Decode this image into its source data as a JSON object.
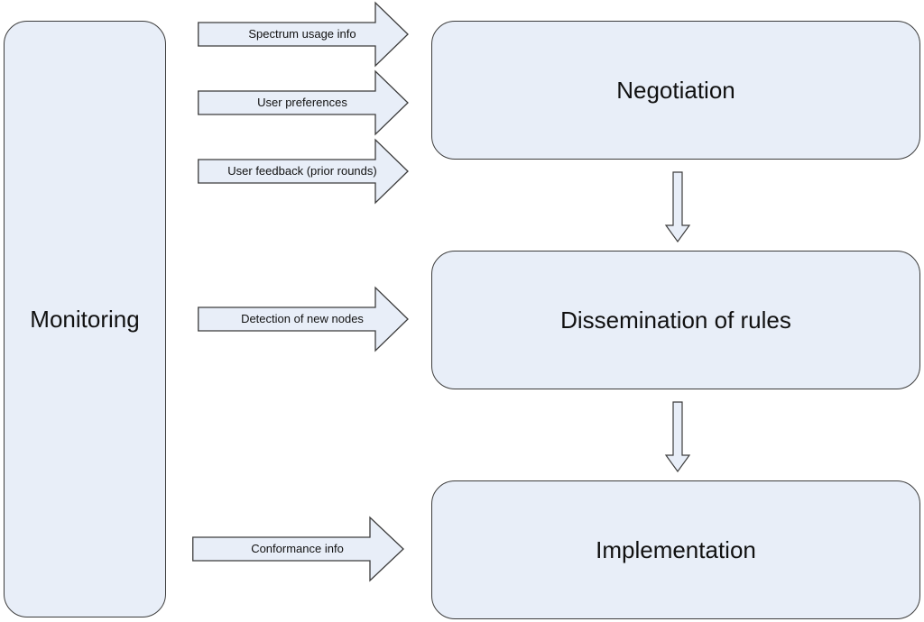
{
  "boxes": {
    "monitoring": "Monitoring",
    "negotiation": "Negotiation",
    "dissemination": "Dissemination of rules",
    "implementation": "Implementation"
  },
  "inputs": {
    "spectrum_usage": "Spectrum usage info",
    "user_preferences": "User preferences",
    "user_feedback": "User feedback (prior rounds)",
    "detection_new_nodes": "Detection of new nodes",
    "conformance": "Conformance info"
  },
  "colors": {
    "box_fill": "#e8eef8",
    "stroke": "#3c3c3c"
  }
}
